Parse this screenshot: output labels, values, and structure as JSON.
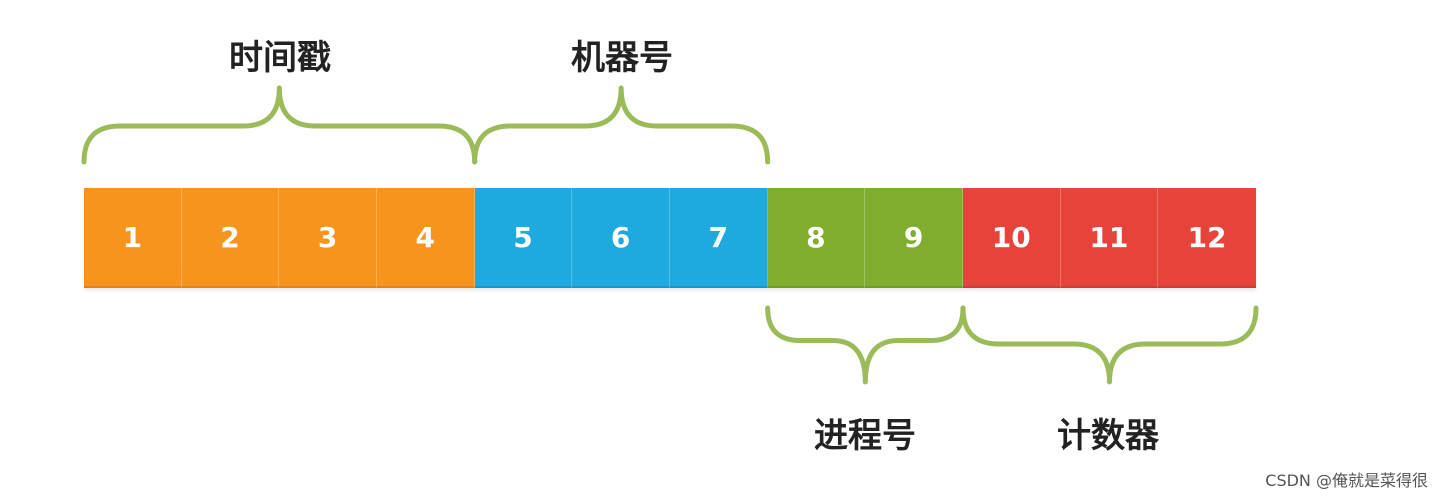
{
  "groups": [
    {
      "label": "时间戳",
      "cells": [
        "1",
        "2",
        "3",
        "4"
      ],
      "color": "#F7941D",
      "brace": "top"
    },
    {
      "label": "机器号",
      "cells": [
        "5",
        "6",
        "7"
      ],
      "color": "#1EA9DF",
      "brace": "top"
    },
    {
      "label": "进程号",
      "cells": [
        "8",
        "9"
      ],
      "color": "#7FAE2E",
      "brace": "bottom"
    },
    {
      "label": "计数器",
      "cells": [
        "10",
        "11",
        "12"
      ],
      "color": "#E6443A",
      "brace": "bottom"
    }
  ],
  "brace_color": "#9BBB59",
  "watermark": "CSDN @俺就是菜得很"
}
